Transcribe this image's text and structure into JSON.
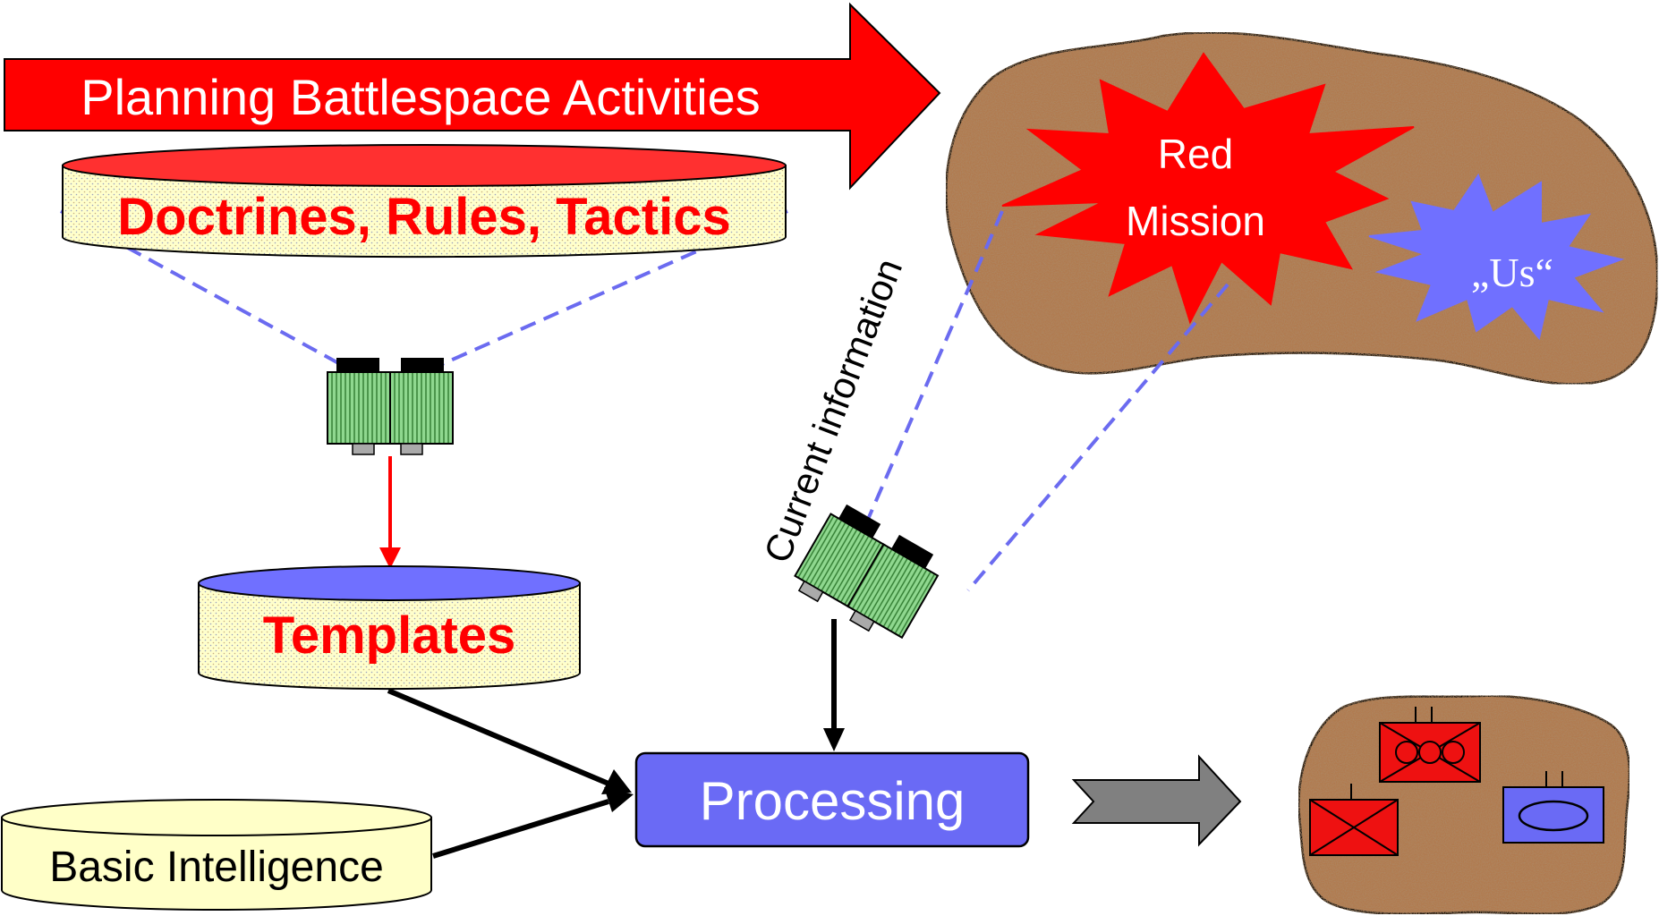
{
  "banner": {
    "title": "Planning Battlespace Activities"
  },
  "databases": {
    "doctrines": "Doctrines, Rules, Tactics",
    "templates": "Templates",
    "basic_intelligence": "Basic Intelligence"
  },
  "map": {
    "red_mission_line1": "Red",
    "red_mission_line2": "Mission",
    "us_label": "„Us“"
  },
  "labels": {
    "current_information": "Current information"
  },
  "process": {
    "label": "Processing"
  },
  "colors": {
    "red": "#ff0000",
    "blue_dash": "#6b6bf0",
    "purple_star": "#7070ff",
    "terrain": "#b07a50",
    "cylinder_body": "#ffffc8",
    "process_box": "#6a6af5",
    "gray_arrow": "#808080",
    "binocular_green": "#5fb55f"
  }
}
